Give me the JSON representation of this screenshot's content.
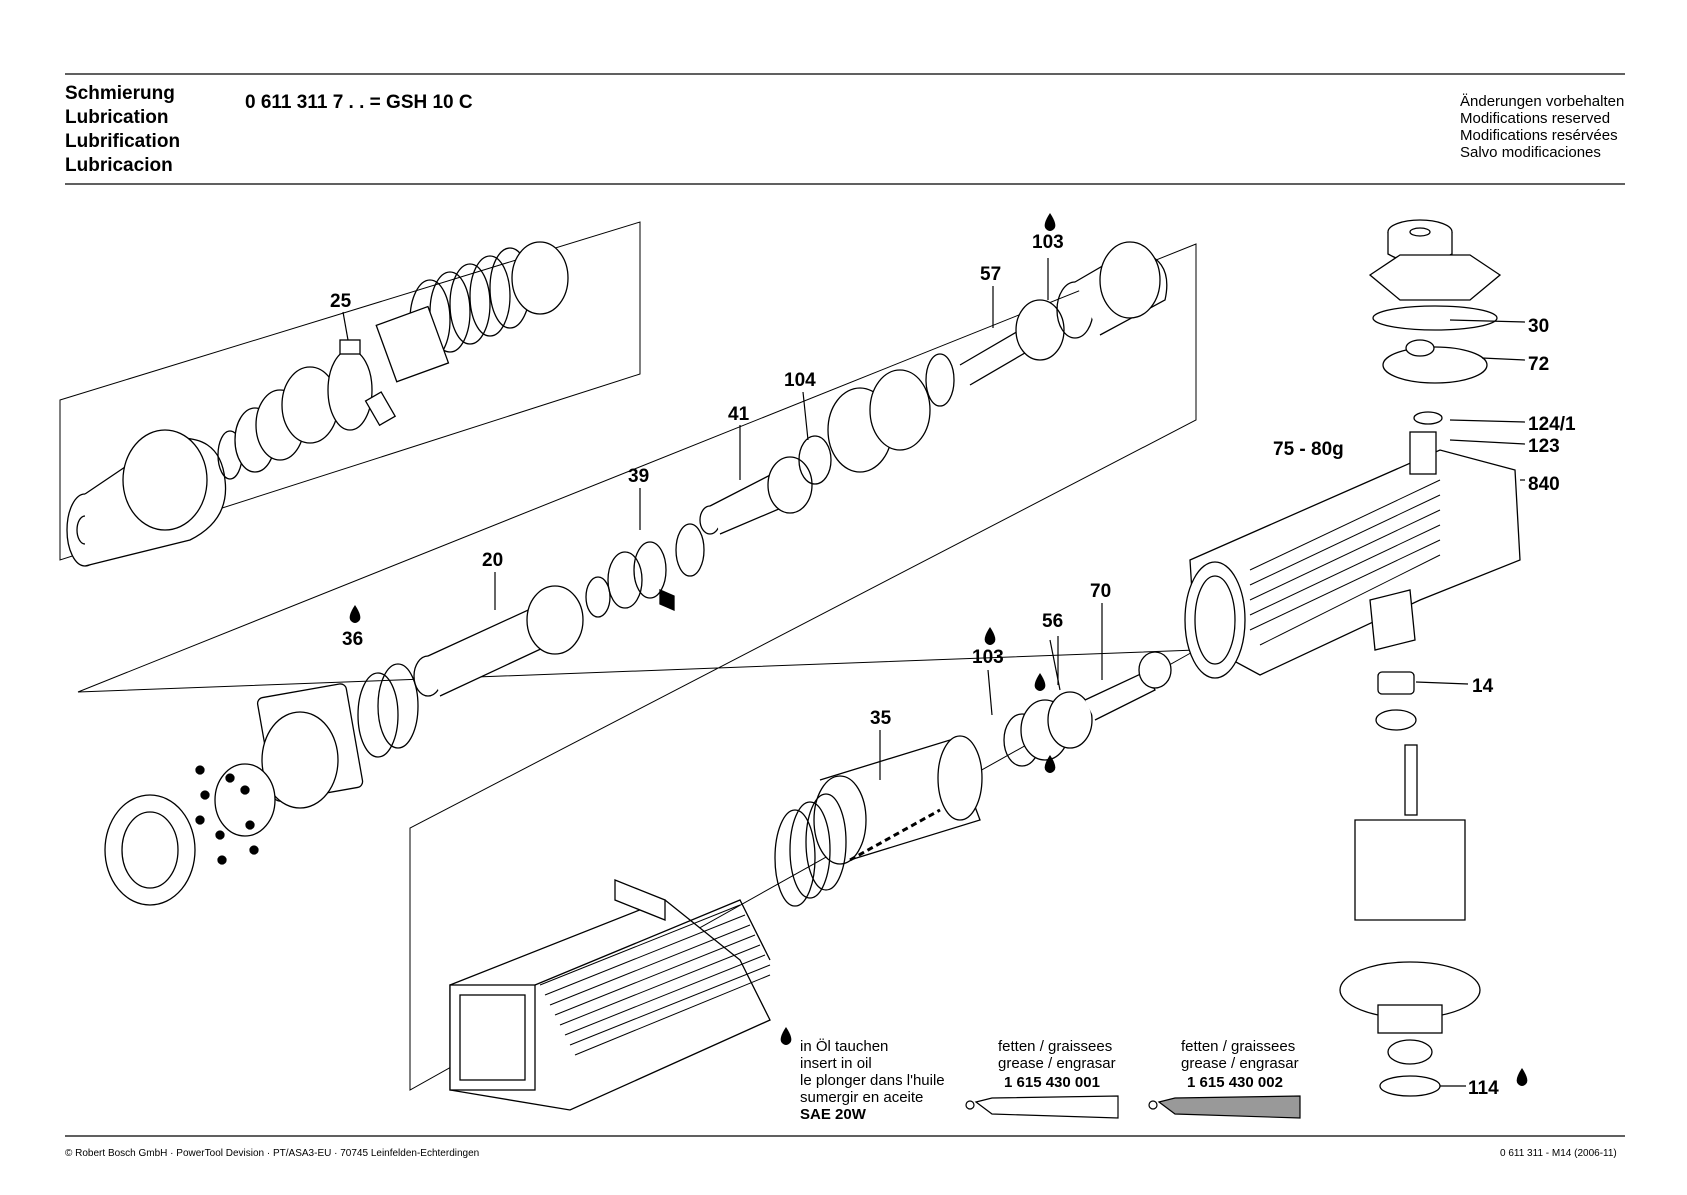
{
  "header": {
    "titles": [
      "Schmierung",
      "Lubrication",
      "Lubrification",
      "Lubricacion"
    ],
    "model": "0 611 311 7 . .  = GSH 10 C",
    "modifications": [
      "Änderungen vorbehalten",
      "Modifications reserved",
      "Modifications resérvées",
      "Salvo modificaciones"
    ]
  },
  "footer": {
    "copyright": "© Robert Bosch GmbH · PowerTool Devision · PT/ASA3-EU · 70745 Leinfelden-Echterdingen",
    "docref": "0 611 311  - M14 (2006-11)"
  },
  "labels": {
    "p25": "25",
    "p103a": "103",
    "p57": "57",
    "p104": "104",
    "p41": "41",
    "p39": "39",
    "p20": "20",
    "p36": "36",
    "p103b": "103",
    "p56": "56",
    "p70": "70",
    "p35": "35",
    "p30": "30",
    "p72": "72",
    "p124": "124/1",
    "p7580": "75 - 80g",
    "p123": "123",
    "p840": "840",
    "p14": "14",
    "p114": "114"
  },
  "legend": {
    "oil": [
      "in Öl tauchen",
      "insert in oil",
      "le plonger dans l'huile",
      "sumergir en aceite"
    ],
    "oil_spec": "SAE 20W",
    "grease1": [
      "fetten / graissees",
      "grease / engrasar"
    ],
    "grease1_no": "1 615 430 001",
    "grease2": [
      "fetten / graissees",
      "grease / engrasar"
    ],
    "grease2_no": "1 615 430 002"
  },
  "icons": {
    "oil_drop": "oil-drop-icon",
    "grease_tube": "grease-tube-icon"
  }
}
